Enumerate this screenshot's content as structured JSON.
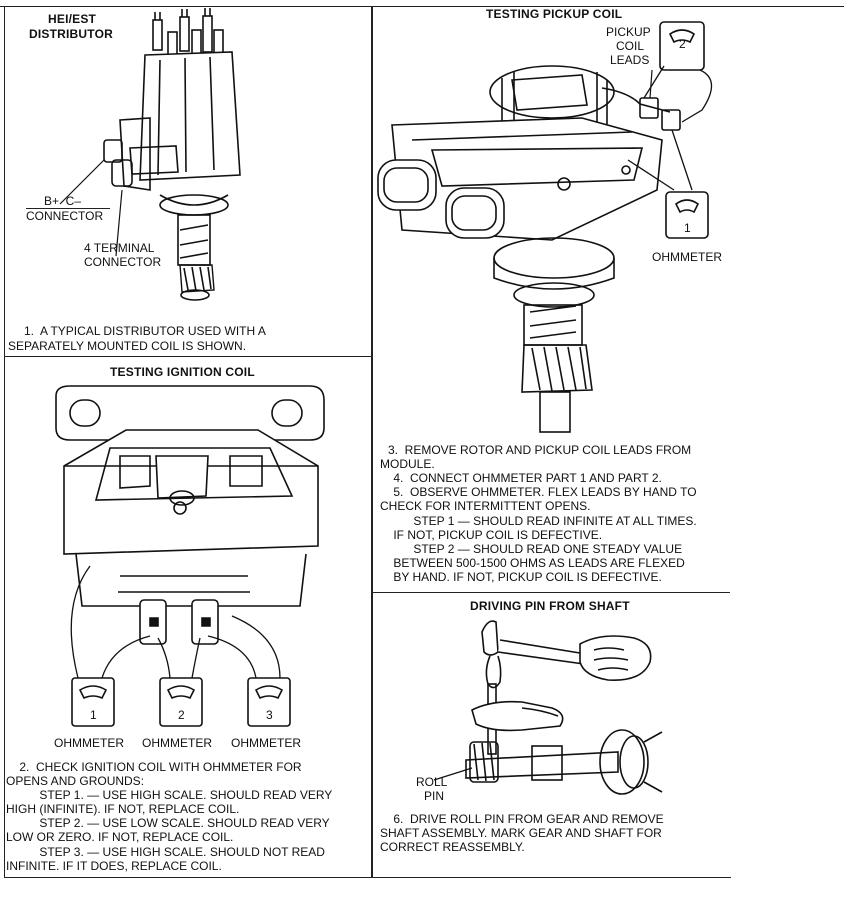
{
  "panels": {
    "hei": {
      "title_line1": "HEI/EST",
      "title_line2": "DISTRIBUTOR",
      "label_bc_line1": "B+  C–",
      "label_bc_line2": "CONNECTOR",
      "label_4t_line1": "4 TERMINAL",
      "label_4t_line2": "CONNECTOR",
      "caption_line1": "1.  A TYPICAL DISTRIBUTOR USED WITH A",
      "caption_line2": "SEPARATELY MOUNTED COIL IS SHOWN."
    },
    "pickup": {
      "title": "TESTING PICKUP COIL",
      "label_leads_line1": "PICKUP",
      "label_leads_line2": "COIL",
      "label_leads_line3": "LEADS",
      "meter_top_num": "2",
      "meter_bottom_num": "1",
      "label_ohmmeter": "OHMMETER",
      "steps": [
        "3.  REMOVE ROTOR AND PICKUP COIL LEADS FROM",
        "MODULE.",
        "    4.  CONNECT OHMMETER PART 1 AND PART 2.",
        "    5.  OBSERVE OHMMETER. FLEX LEADS BY HAND TO",
        "CHECK FOR INTERMITTENT OPENS.",
        "          STEP 1 — SHOULD READ INFINITE AT ALL TIMES.",
        "    IF NOT, PICKUP COIL IS DEFECTIVE.",
        "          STEP 2 — SHOULD READ ONE STEADY VALUE",
        "    BETWEEN 500-1500 OHMS AS LEADS ARE FLEXED",
        "    BY HAND. IF NOT, PICKUP COIL IS DEFECTIVE."
      ]
    },
    "ignition": {
      "title": "TESTING IGNITION COIL",
      "meter_nums": [
        "1",
        "2",
        "3"
      ],
      "meter_labels": [
        "OHMMETER",
        "OHMMETER",
        "OHMMETER"
      ],
      "steps": [
        "    2.  CHECK IGNITION COIL WITH OHMMETER FOR",
        "OPENS AND GROUNDS:",
        "          STEP 1. — USE HIGH SCALE. SHOULD READ VERY",
        "HIGH (INFINITE). IF NOT, REPLACE COIL.",
        "          STEP 2. — USE LOW SCALE. SHOULD READ VERY",
        "LOW OR ZERO. IF NOT, REPLACE COIL.",
        "          STEP 3. — USE HIGH SCALE. SHOULD NOT READ",
        "INFINITE. IF IT DOES, REPLACE COIL."
      ]
    },
    "pin": {
      "title": "DRIVING PIN FROM SHAFT",
      "label_roll_line1": "ROLL",
      "label_roll_line2": "PIN",
      "steps": [
        "    6.  DRIVE ROLL PIN FROM GEAR AND REMOVE",
        "SHAFT ASSEMBLY. MARK GEAR AND SHAFT FOR",
        "CORRECT REASSEMBLY."
      ]
    }
  }
}
